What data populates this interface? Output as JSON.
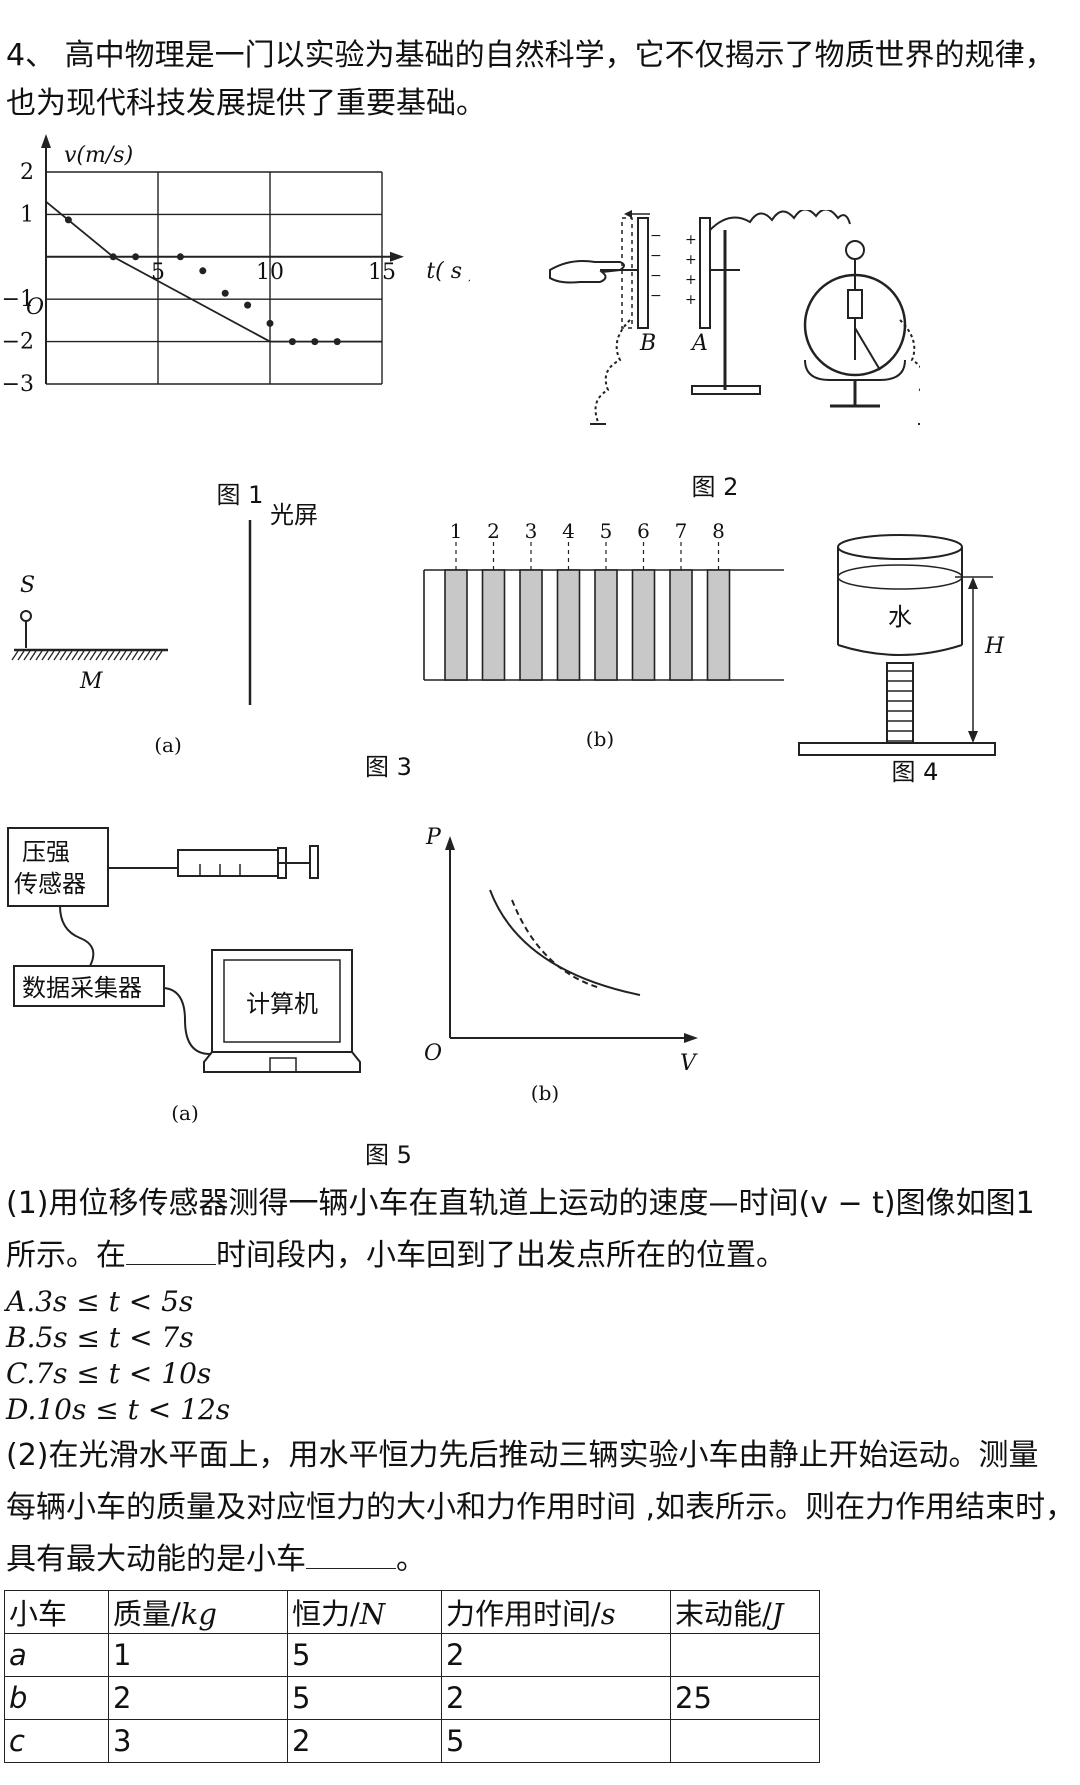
{
  "question": {
    "intro_line1": "4、  高中物理是一门以实验为基础的自然科学，它不仅揭示了物质世界的规律，",
    "intro_line2": "也为现代科技发展提供了重要基础。"
  },
  "figures": {
    "fig1": {
      "caption": "图 1",
      "ylabel": "v(m/s)",
      "xlabel": "t( s )",
      "origin": "O",
      "y_ticks": [
        "2",
        "1",
        "−1",
        "−2",
        "−3"
      ],
      "x_ticks": [
        "5",
        "10",
        "15"
      ]
    },
    "fig2": {
      "caption": "图 2",
      "label_b": "B",
      "label_a": "A"
    },
    "fig3": {
      "caption": "图 3",
      "screen_label": "光屏",
      "source_label": "S",
      "mirror_label": "M",
      "sub_a": "(a)",
      "sub_b": "(b)",
      "stripe_numbers": [
        "1",
        "2",
        "3",
        "4",
        "5",
        "6",
        "7",
        "8"
      ]
    },
    "fig4": {
      "caption": "图 4",
      "water_label": "水",
      "height_label": "H"
    },
    "fig5": {
      "caption": "图 5",
      "sensor_line1": "压强",
      "sensor_line2": "传感器",
      "collector": "数据采集器",
      "computer": "计算机",
      "sub_a": "(a)",
      "sub_b": "(b)",
      "p_label": "P",
      "v_label": "V",
      "origin": "O"
    }
  },
  "chart_data": {
    "type": "line",
    "title": "",
    "xlabel": "t( s )",
    "ylabel": "v(m/s)",
    "xlim": [
      0,
      15
    ],
    "ylim": [
      -3,
      2
    ],
    "grid": true,
    "line": {
      "x": [
        0,
        3,
        10,
        12
      ],
      "y": [
        1.3,
        0,
        -2,
        -2
      ]
    },
    "points": {
      "x": [
        1,
        3,
        4,
        6,
        7,
        8,
        9,
        10,
        11,
        12,
        13
      ],
      "y": [
        0.87,
        0,
        0,
        0,
        -0.33,
        -0.86,
        -1.14,
        -1.57,
        -2,
        -2,
        -2
      ]
    }
  },
  "part1": {
    "line1": "(1)用位移传感器测得一辆小车在直轨道上运动的速度—时间(v − t)图像如图1",
    "line2_before": "所示。在",
    "line2_after": "时间段内，小车回到了出发点所在的位置。",
    "options": [
      "A.3s ≤ t < 5s",
      "B.5s ≤ t < 7s",
      "C.7s ≤ t < 10s",
      "D.10s ≤ t < 12s"
    ]
  },
  "part2": {
    "line1": "(2)在光滑水平面上，用水平恒力先后推动三辆实验小车由静止开始运动。测量",
    "line2": "每辆小车的质量及对应恒力的大小和力作用时间 ,如表所示。则在力作用结束时，",
    "line3_before": "具有最大动能的是小车",
    "line3_after": "。"
  },
  "table": {
    "headers": [
      {
        "zh": "小车",
        "unit": ""
      },
      {
        "zh": "质量/",
        "unit": "kg"
      },
      {
        "zh": "恒力/",
        "unit": "N"
      },
      {
        "zh": "力作用时间/",
        "unit": "s"
      },
      {
        "zh": "末动能/",
        "unit": "J"
      }
    ],
    "rows": [
      [
        "a",
        "1",
        "5",
        "2",
        ""
      ],
      [
        "b",
        "2",
        "5",
        "2",
        "25"
      ],
      [
        "c",
        "3",
        "2",
        "5",
        ""
      ]
    ]
  }
}
